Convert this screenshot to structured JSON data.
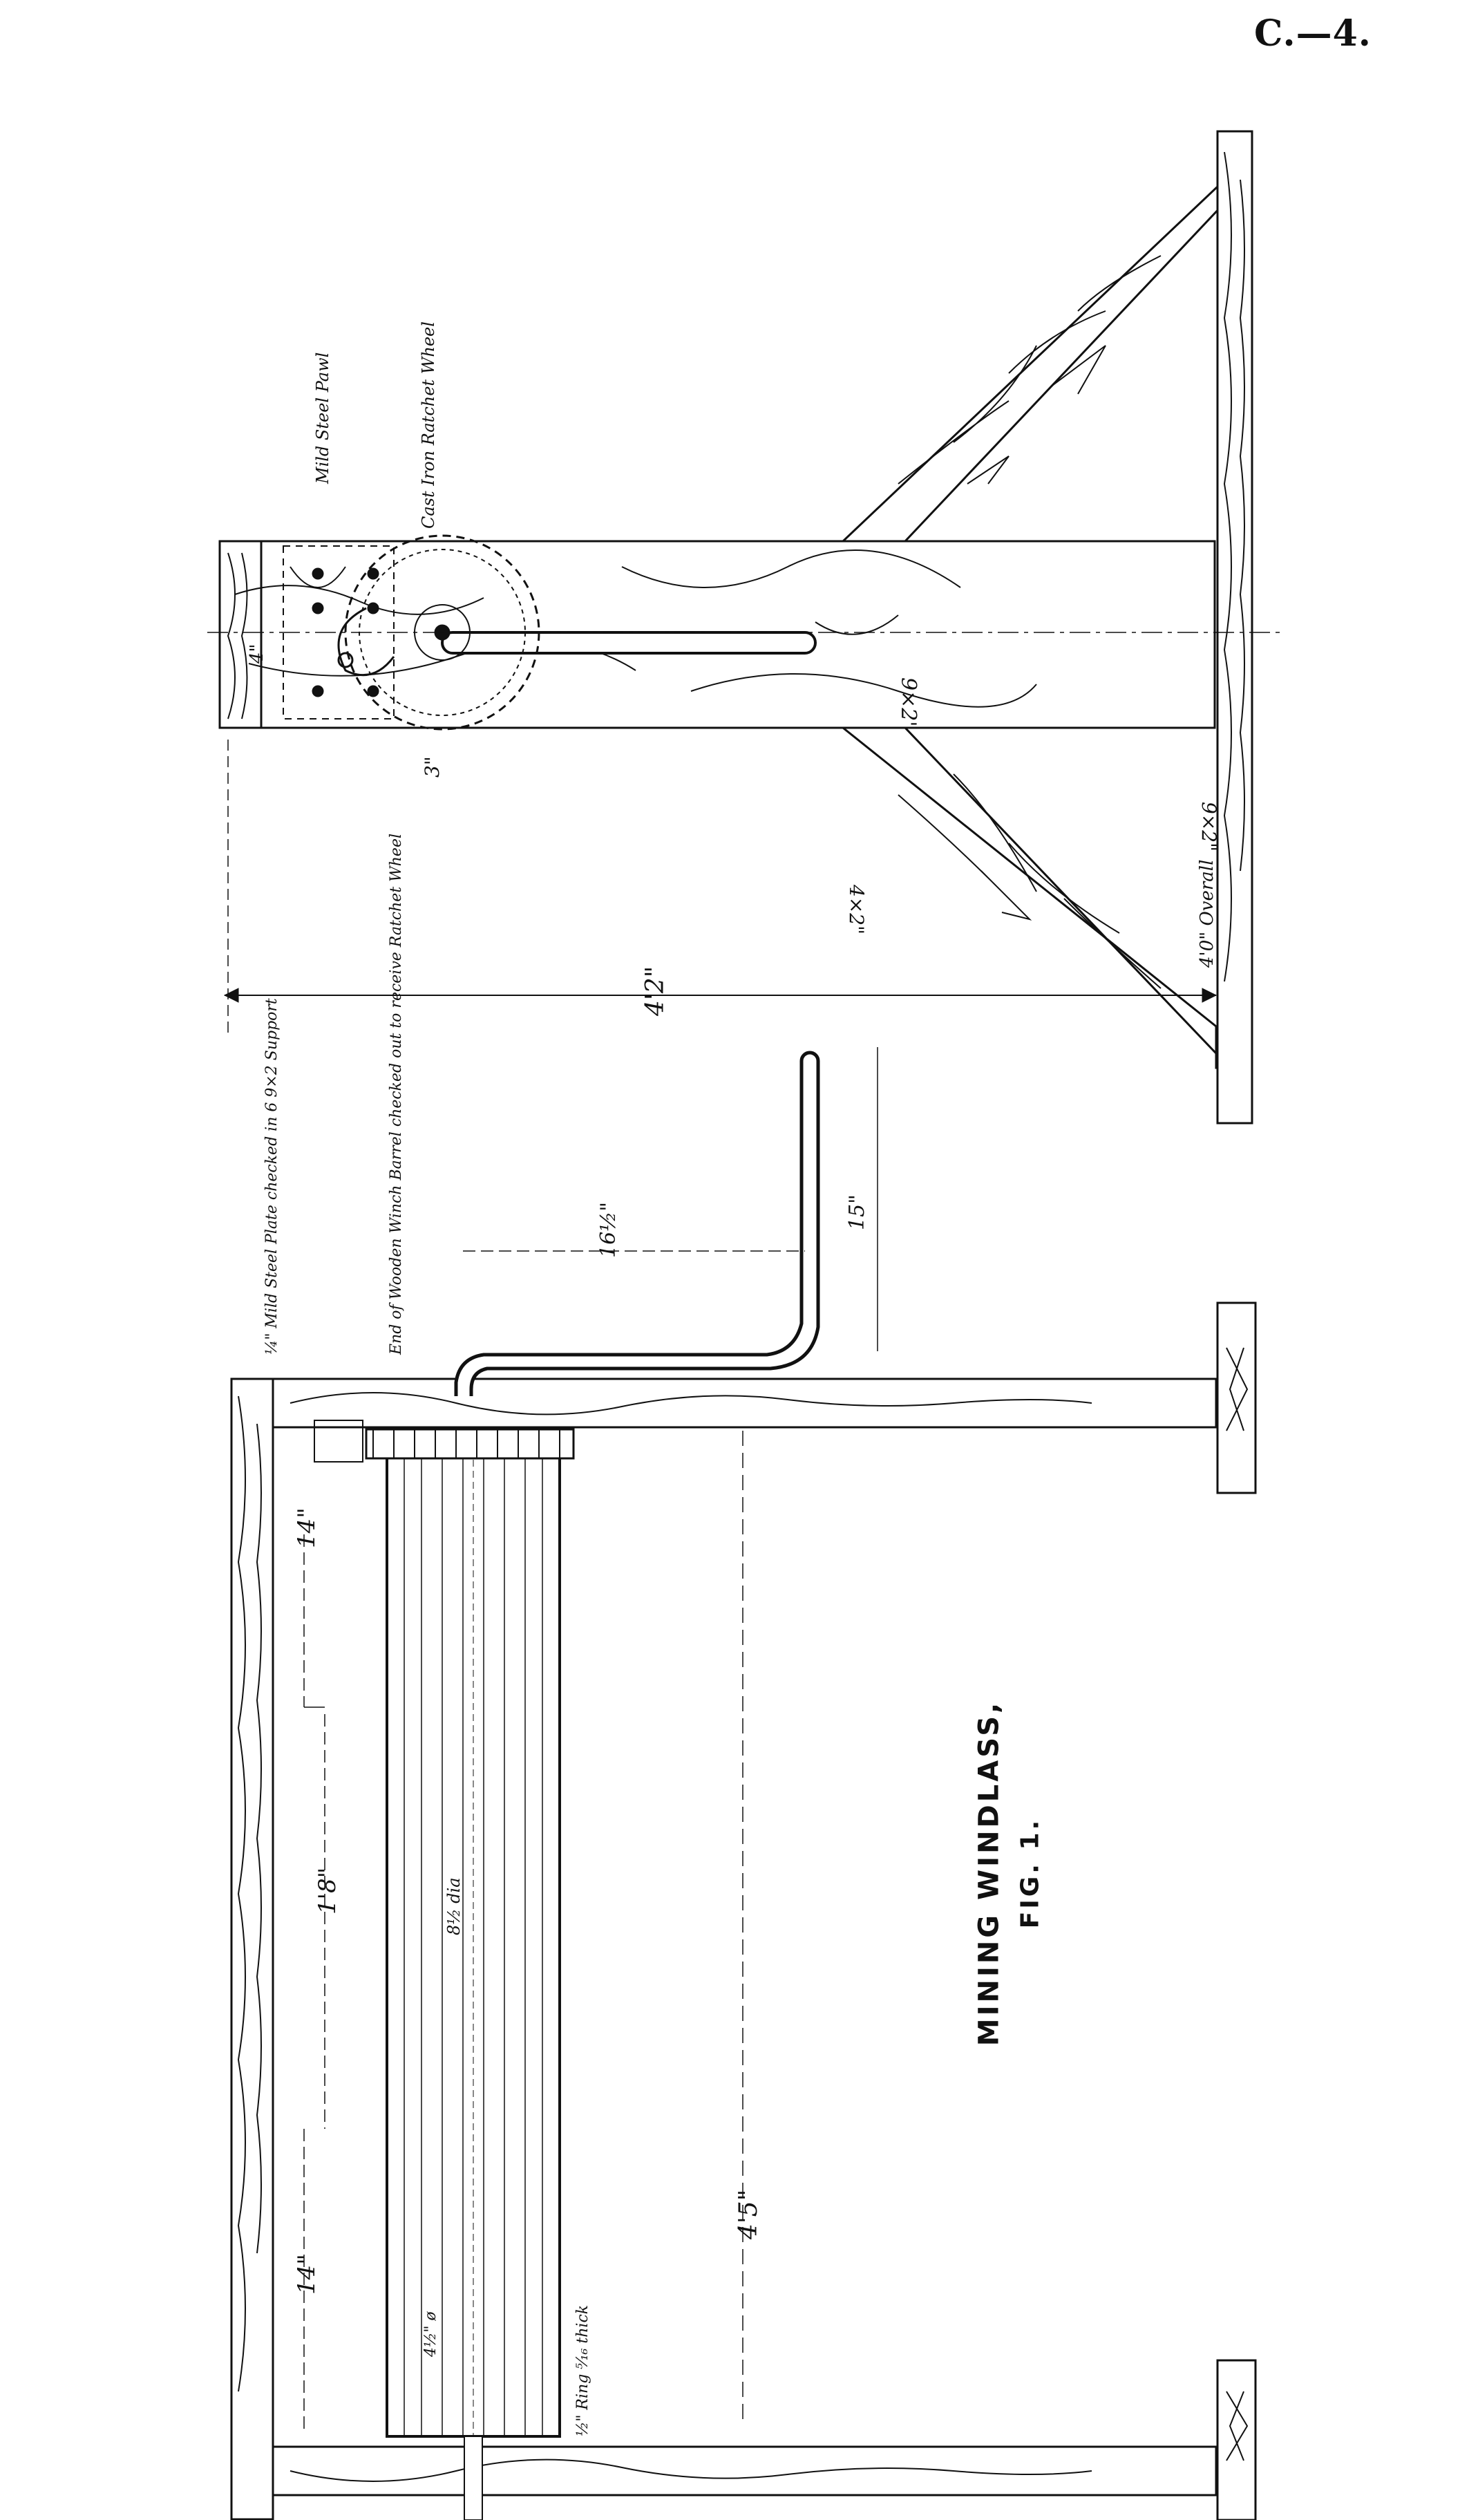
{
  "page_ref": "C.—4.",
  "title": {
    "line1": "MINING WINDLASS,",
    "line2": "FIG. 1."
  },
  "notes": {
    "pawl": "Mild Steel Pawl",
    "ratchet_wheel": "Cast Iron Ratchet Wheel",
    "plate": "¼\" Mild Steel Plate checked in 6 9×2 Support",
    "barrel_end": "End of Wooden Winch Barrel checked out to receive Ratchet Wheel",
    "ring": "½\" Ring ⁵⁄₁₆ thick",
    "overall": "4'0\" Overall"
  },
  "dimensions": {
    "height": "4'2\"",
    "upright": "9×2\"",
    "brace_upper": "9×2\"",
    "brace_lower": "4×2\"",
    "base": "9×2\"",
    "crank_reach": "16½\"",
    "handle_length": "15\"",
    "seg_top": "14\"",
    "seg_mid": "1'8\"",
    "seg_bottom": "14\"",
    "frame_width": "4'5\"",
    "barrel_dia": "8½ dia",
    "ring_dia": "4½\" ø",
    "ratchet_small": "3\"",
    "plate_width": "4\""
  }
}
